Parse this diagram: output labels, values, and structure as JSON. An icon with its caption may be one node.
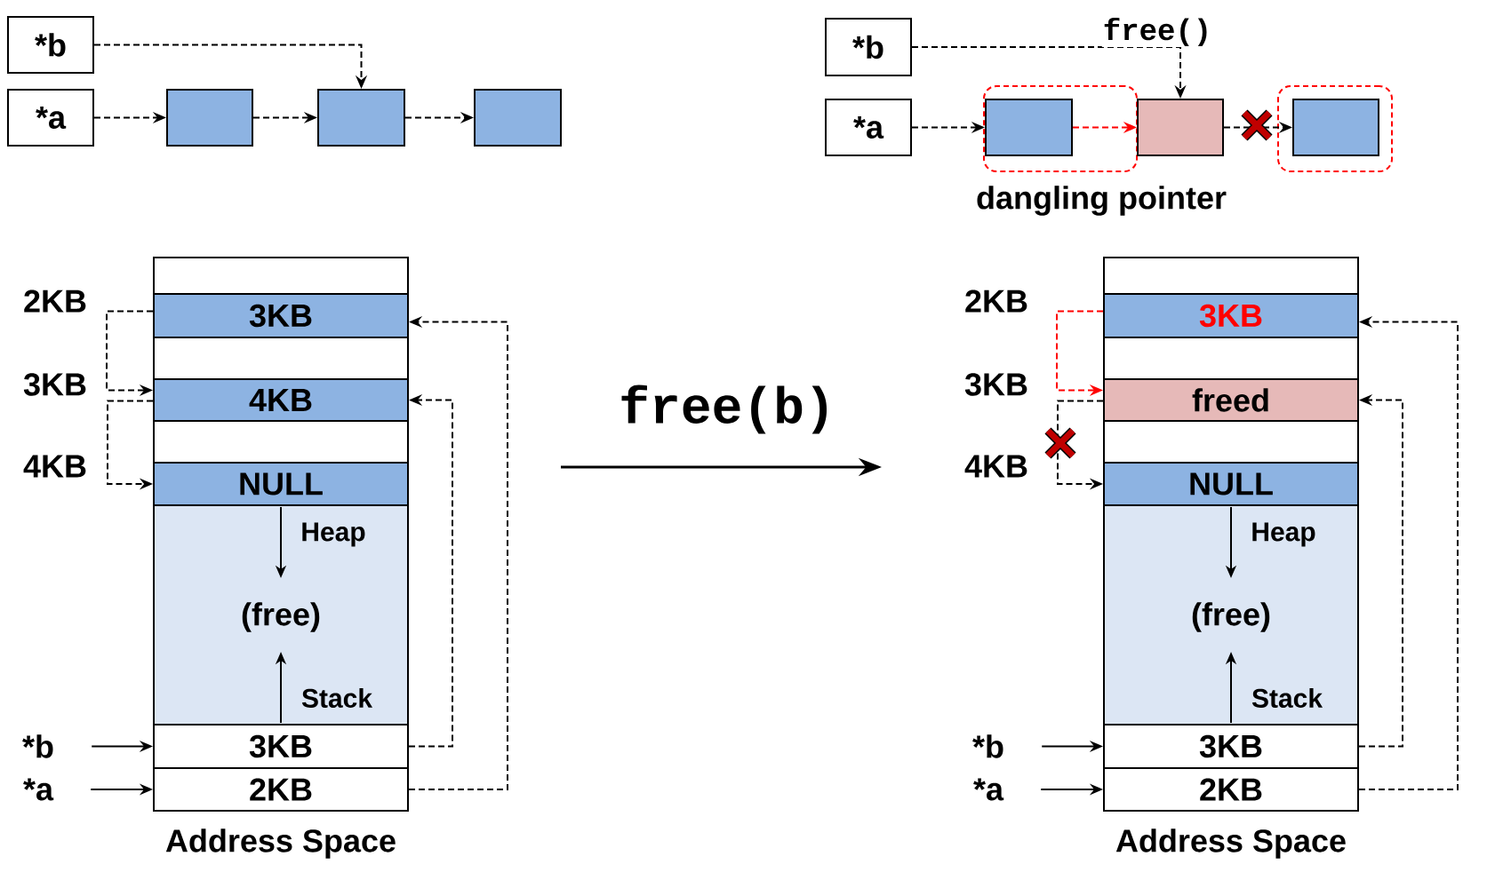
{
  "diagram": {
    "nodes": [
      {
        "text": [
          "*b"
        ]
      },
      {
        "text": [
          "*a"
        ]
      },
      {
        "text": [],
        "shape": "box"
      },
      {
        "text": [],
        "shape": "box"
      },
      {
        "text": [],
        "shape": "box"
      },
      {
        "text": [
          "*b"
        ]
      },
      {
        "text": [
          "*a"
        ]
      },
      {
        "text": [],
        "shape": "box"
      },
      {
        "text": [],
        "shape": "box",
        "in": 7
      },
      {
        "text": [],
        "shape": "box"
      },
      {
        "text": [],
        "shape": "box"
      },
      {
        "text": [],
        "shape": "box",
        "in": 10
      },
      {
        "text": [],
        "shape": "box"
      },
      {
        "text": [
          "3KB"
        ]
      },
      {
        "text": [],
        "shape": "box"
      },
      {
        "text": [
          "4KB"
        ]
      },
      {
        "text": [],
        "shape": "box"
      },
      {
        "text": [
          "NULL"
        ]
      },
      {
        "text": [
          "Heap",
          "(free)",
          "Stack"
        ]
      },
      {
        "text": [
          "3KB"
        ]
      },
      {
        "text": [
          "2KB"
        ]
      },
      {
        "text": [
          "*b"
        ]
      },
      {
        "text": [
          "*a"
        ]
      },
      {
        "text": [],
        "shape": "box"
      },
      {
        "text": [
          "3KB"
        ]
      },
      {
        "text": [],
        "shape": "box"
      },
      {
        "text": [
          "freed"
        ]
      },
      {
        "text": [],
        "shape": "box"
      },
      {
        "text": [
          "NULL"
        ]
      },
      {
        "text": [
          "Heap",
          "(free)",
          "Stack"
        ]
      },
      {
        "text": [
          "3KB"
        ]
      },
      {
        "text": [
          "2KB"
        ]
      },
      {
        "text": [
          "*b"
        ]
      },
      {
        "text": [
          "*a"
        ]
      }
    ],
    "edges": [
      {
        "from": 0,
        "to": 3,
        "arrow": "to",
        "style": "dashed"
      },
      {
        "from": 1,
        "to": 2,
        "arrow": "to",
        "style": "dashed"
      },
      {
        "from": 2,
        "to": 3,
        "arrow": "to",
        "style": "dashed"
      },
      {
        "from": 3,
        "to": 4,
        "arrow": "to",
        "style": "dashed"
      },
      {
        "from": 5,
        "to": 9,
        "arrow": "to",
        "style": "dashed",
        "label": "free()"
      },
      {
        "from": 6,
        "to": 8,
        "arrow": "to",
        "style": "dashed"
      },
      {
        "from": 8,
        "to": 9,
        "arrow": "to",
        "style": "dashed",
        "color": "#ff0000"
      },
      {
        "from": 9,
        "to": 11,
        "arrow": "to",
        "style": "dashed"
      },
      {
        "from": 21,
        "to": 19,
        "arrow": "to"
      },
      {
        "from": 22,
        "to": 20,
        "arrow": "to"
      },
      {
        "from": 13,
        "to": 15,
        "arrow": "to",
        "style": "dashed"
      },
      {
        "from": 15,
        "to": 17,
        "arrow": "to",
        "style": "dashed"
      },
      {
        "from": 19,
        "to": 15,
        "arrow": "to",
        "style": "dashed"
      },
      {
        "from": 20,
        "to": 13,
        "arrow": "to",
        "style": "dashed"
      },
      {
        "from": 32,
        "to": 30,
        "arrow": "to"
      },
      {
        "from": 33,
        "to": 31,
        "arrow": "to"
      },
      {
        "from": 24,
        "to": 26,
        "arrow": "to",
        "style": "dashed",
        "color": "#ff0000"
      },
      {
        "from": 26,
        "to": 28,
        "arrow": "to",
        "style": "dashed"
      },
      {
        "from": 30,
        "to": 26,
        "arrow": "to",
        "style": "dashed"
      },
      {
        "from": 31,
        "to": 24,
        "arrow": "to",
        "style": "dashed"
      }
    ],
    "labels": [
      "dangling pointer",
      "2KB",
      "2KB",
      "3KB",
      "free(b)",
      "3KB",
      "4KB",
      "4KB",
      "Address Space",
      "Address Space"
    ]
  }
}
